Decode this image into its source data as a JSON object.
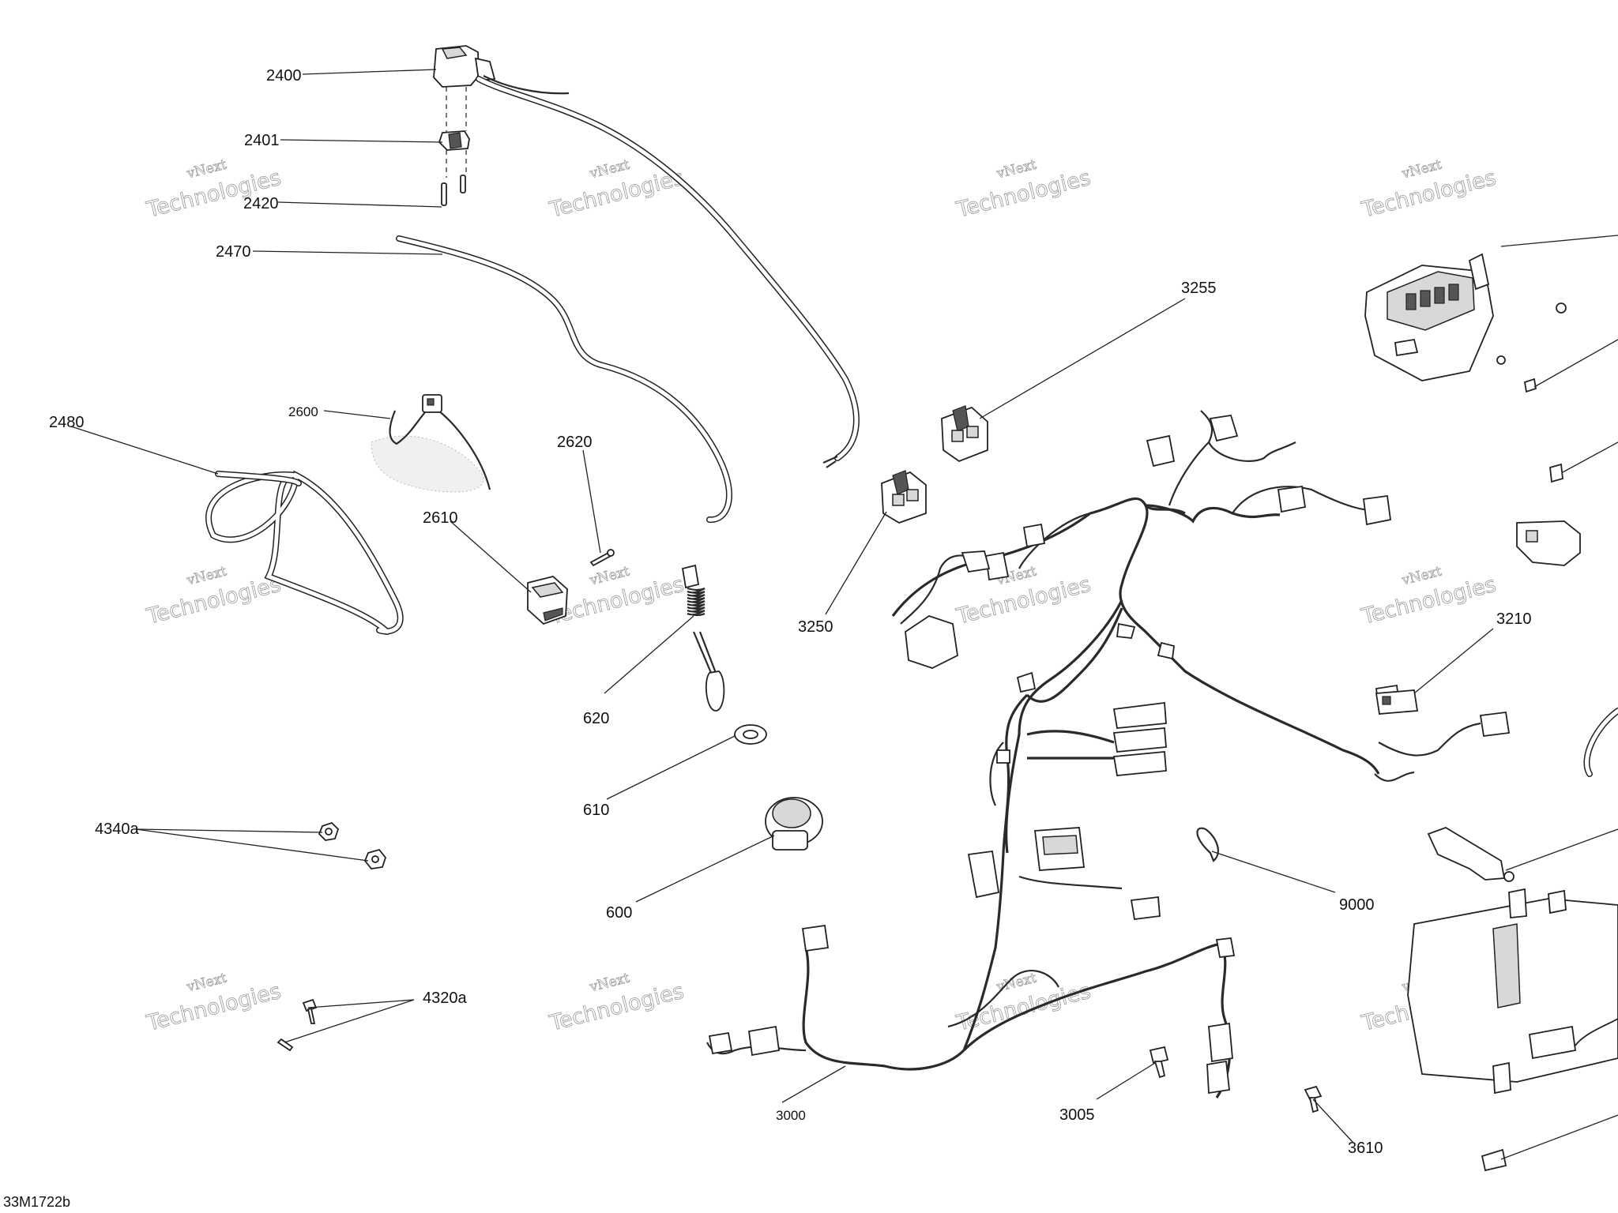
{
  "figure_code": "33M1722b",
  "watermark": {
    "line1": "vNext",
    "line2": "Technologies"
  },
  "callouts": [
    "2400",
    "2401",
    "2420",
    "2470",
    "2480",
    "2600",
    "2610",
    "2620",
    "620",
    "610",
    "600",
    "4340a",
    "4320a",
    "3255",
    "3250",
    "3210",
    "9000",
    "3000",
    "3005",
    "3610"
  ]
}
